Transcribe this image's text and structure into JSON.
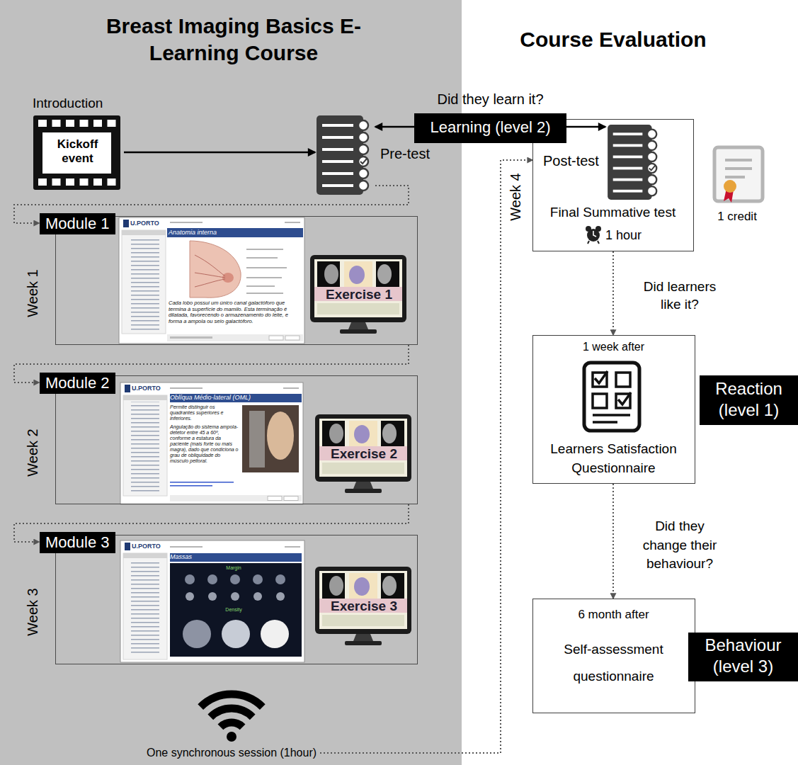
{
  "diagram": {
    "nodes": [
      {
        "text": [
          "Breast Imaging Basics E-Learning Course"
        ]
      },
      {
        "text": [
          "Introduction",
          "Kickoff event"
        ],
        "in": 0
      },
      {
        "text": [
          "Pre-test"
        ],
        "in": 0
      },
      {
        "text": [
          "Module 1",
          "Week 1"
        ],
        "in": 0
      },
      {
        "text": [
          "Exercise 1"
        ],
        "in": 3
      },
      {
        "text": [
          "Module 2",
          "Week 2"
        ],
        "in": 0
      },
      {
        "text": [
          "Exercise 2"
        ],
        "in": 5
      },
      {
        "text": [
          "Module 3",
          "Week 3"
        ],
        "in": 0
      },
      {
        "text": [
          "Exercise 3"
        ],
        "in": 7
      },
      {
        "text": [
          "One synchronous session (1hour)"
        ],
        "in": 0
      },
      {
        "text": [
          "Did they learn it?",
          "Learning (level 2)"
        ]
      },
      {
        "text": [
          "Post-test",
          "Final Summative test",
          "1 hour"
        ]
      },
      {
        "text": [
          "1 week after",
          "Learners Satisfaction Questionnaire"
        ]
      },
      {
        "text": [
          "Reaction (level 1)"
        ]
      },
      {
        "text": [
          "6 month after",
          "Self-assessment questionnaire"
        ]
      },
      {
        "text": [
          "Behaviour (level 3)"
        ]
      }
    ],
    "edges": [
      {
        "from": 1,
        "to": 2,
        "arrow": "to"
      },
      {
        "from": 10,
        "to": 2,
        "arrow": "to"
      },
      {
        "from": 10,
        "to": 11,
        "arrow": "to"
      },
      {
        "from": 2,
        "to": 3,
        "arrow": "to"
      },
      {
        "from": 3,
        "to": 5,
        "arrow": "to"
      },
      {
        "from": 5,
        "to": 7,
        "arrow": "to"
      },
      {
        "from": 9,
        "to": 11,
        "arrow": "to"
      },
      {
        "from": 11,
        "to": 12,
        "label": "Did learners like it?",
        "arrow": "to"
      },
      {
        "from": 12,
        "to": 14,
        "label": "Did they change their behaviour?",
        "arrow": "to"
      }
    ],
    "labels": [
      "Course Evaluation",
      "Week 4",
      "1 credit",
      "U.PORTO",
      "Anatomia interna",
      "Cada lobo possui um único canal galactóforo que termina à superfície do mamilo. Esta terminação é dilatada, favorecendo o armazenamento do leite, e forma a ampola ou seio galactóforo.",
      "U.PORTO",
      "Oblíqua Médio-lateral (OML)",
      "Permite distinguir os quadrantes superiores e inferiores.",
      "Angulação do sistema ampola-detetor entre 45 a 60º, conforme a estatura da paciente (mais forte ou mais magra), dado que condiciona o grau de obliquidade do músculo peitoral.",
      "U.PORTO",
      "Massas",
      "Margin",
      "Density"
    ]
  }
}
